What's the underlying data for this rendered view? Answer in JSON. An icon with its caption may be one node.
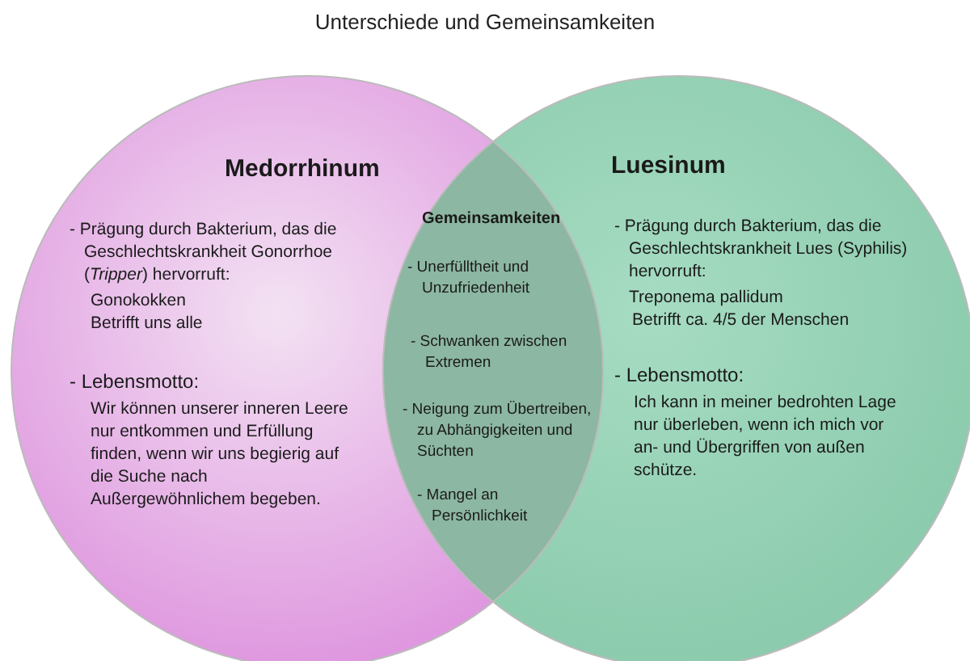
{
  "diagram": {
    "title": "Unterschiede und Gemeinsamkeiten",
    "nodes": [
      {
        "text": [
          "Medorrhinum",
          "- Prägung durch Bakterium, das die Geschlechtskrankheit Gonorrhoe (*Tripper*) hervorruft:",
          "Gonokokken",
          "Betrifft uns alle",
          "- Lebensmotto:",
          "Wir können unserer inneren Leere nur entkommen und Erfüllung finden, wenn wir uns begierig auf die Suche nach Außergewöhnlichem begeben."
        ]
      },
      {
        "text": [
          "Luesinum",
          "- Prägung durch Bakterium, das die Geschlechtskrankheit Lues (Syphilis) hervorruft:",
          "Treponema pallidum",
          "Betrifft ca. 4/5 der Menschen",
          "- Lebensmotto:",
          "Ich kann in meiner bedrohten Lage nur überleben, wenn ich mich vor an- und Übergriffen von außen schütze."
        ]
      },
      {
        "text": [
          "Gemeinsamkeiten",
          "- Unerfülltheit und Unzufriedenheit",
          "- Schwanken zwischen Extremen",
          "- Neigung zum Übertreiben, zu Abhängigkeiten und Süchten",
          "- Mangel an Persönlichkeit"
        ]
      }
    ]
  }
}
